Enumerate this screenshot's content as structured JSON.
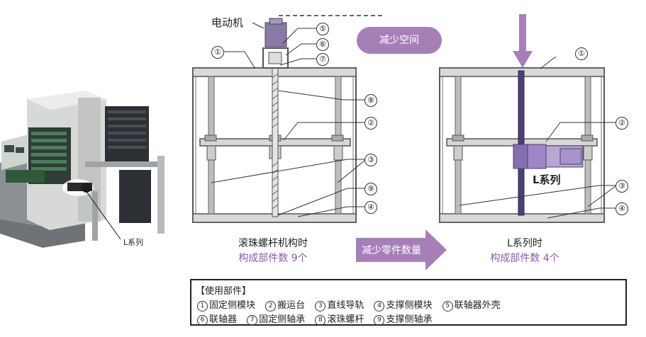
{
  "motor_label": "电动机",
  "reduce_space_label": "减少空间",
  "l_series_label": "L系列",
  "photo_label": "L系列",
  "left_caption": {
    "line1": "滚珠螺杆机构时",
    "line2": "构成部件数 9个"
  },
  "right_caption": {
    "line1": "L系列时",
    "line2": "构成部件数 4个"
  },
  "reduce_parts_label": "减少零件数量",
  "callouts_left": [
    "⑤",
    "⑥",
    "⑦",
    "①",
    "⑧",
    "②",
    "③",
    "⑨",
    "④"
  ],
  "callouts_right": [
    "①",
    "②",
    "③",
    "④"
  ],
  "legend": {
    "title": "【使用部件】",
    "row1": [
      {
        "num": "1",
        "name": "固定侧模块"
      },
      {
        "num": "2",
        "name": "搬运台"
      },
      {
        "num": "3",
        "name": "直线导轨"
      },
      {
        "num": "4",
        "name": "支撑侧模块"
      },
      {
        "num": "5",
        "name": "联轴器外壳"
      }
    ],
    "row2": [
      {
        "num": "6",
        "name": "联轴器"
      },
      {
        "num": "7",
        "name": "固定侧轴承"
      },
      {
        "num": "8",
        "name": "滚珠螺杆"
      },
      {
        "num": "9",
        "name": "支撑侧轴承"
      }
    ]
  },
  "colors": {
    "purple": "#a67fb9",
    "frame": "#555555",
    "rail": "#9a9a9a",
    "caption_sub": "#8a5ba6"
  }
}
